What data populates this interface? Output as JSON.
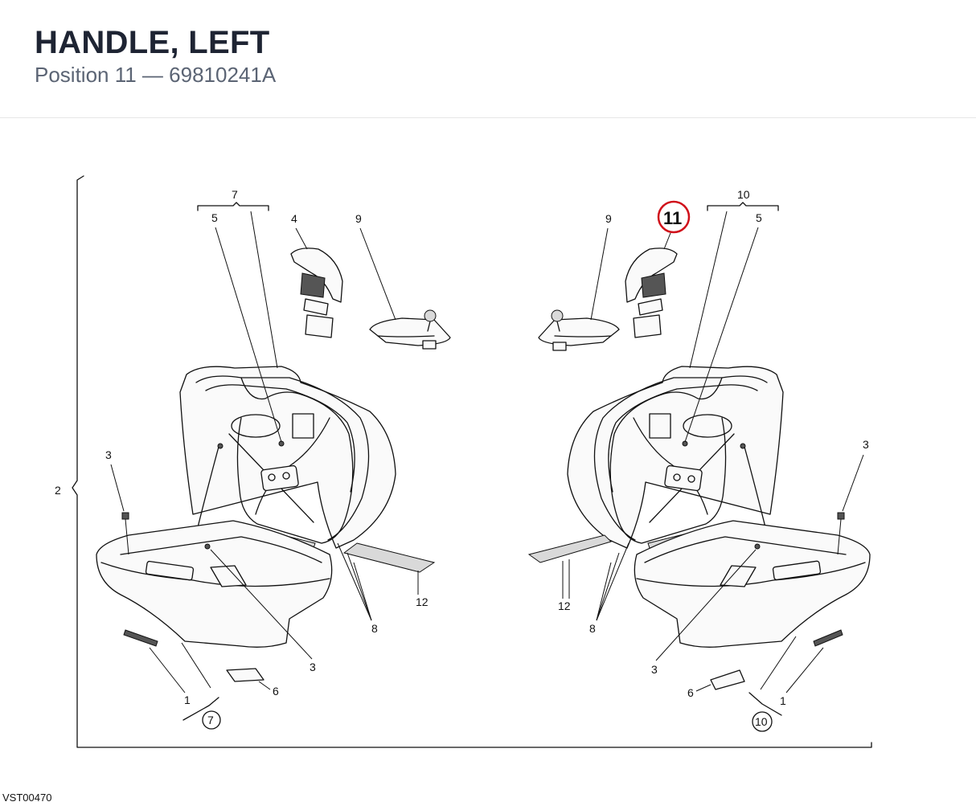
{
  "header": {
    "title": "HANDLE, LEFT",
    "subtitle": "Position 11 — 69810241A"
  },
  "diagram": {
    "highlight_color": "#d0101a",
    "highlight_label": "11",
    "labels": {
      "l7": "7",
      "l10": "10",
      "l5a": "5",
      "l4": "4",
      "l9a": "9",
      "l9b": "9",
      "l5b": "5",
      "l2": "2",
      "l3a": "3",
      "l3b": "3",
      "l3c": "3",
      "l3d": "3",
      "l8a": "8",
      "l8b": "8",
      "l12a": "12",
      "l12b": "12",
      "l1a": "1",
      "l1b": "1",
      "l6a": "6",
      "l6b": "6",
      "c7": "7",
      "c10": "10"
    },
    "drawing_code": "VST00470"
  }
}
